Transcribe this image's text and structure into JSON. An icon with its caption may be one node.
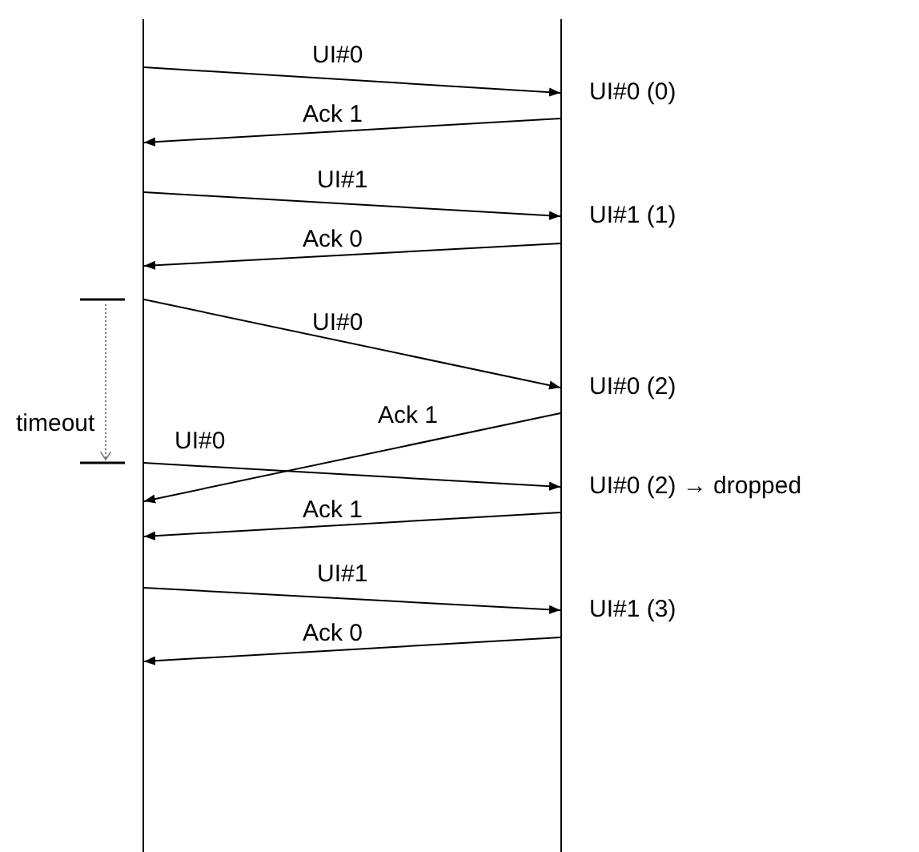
{
  "diagram": {
    "nodes": [
      {
        "text": [],
        "shape": "bar"
      },
      {
        "text": [],
        "shape": "bar"
      }
    ],
    "edges": [
      {
        "from": 0,
        "to": 1,
        "arrow": "to",
        "label": "UI#0"
      },
      {
        "from": 1,
        "to": 0,
        "arrow": "to",
        "label": "Ack 1"
      },
      {
        "from": 0,
        "to": 1,
        "arrow": "to",
        "label": "UI#1"
      },
      {
        "from": 1,
        "to": 0,
        "arrow": "to",
        "label": "Ack 0"
      },
      {
        "from": 0,
        "to": 1,
        "arrow": "to",
        "label": "UI#0"
      },
      {
        "from": 1,
        "to": 0,
        "arrow": "to",
        "label": "Ack 1"
      },
      {
        "from": 0,
        "to": 1,
        "arrow": "to",
        "label": "UI#0"
      },
      {
        "from": 1,
        "to": 0,
        "arrow": "to",
        "label": "Ack 1"
      },
      {
        "from": 0,
        "to": 1,
        "arrow": "to",
        "label": "UI#1"
      },
      {
        "from": 1,
        "to": 0,
        "arrow": "to",
        "label": "Ack 0"
      }
    ],
    "labels": [
      "UI#0 (0)",
      "UI#1 (1)",
      "UI#0 (2)",
      "timeout",
      "UI#0 (2) → dropped",
      "UI#1 (3)"
    ]
  }
}
